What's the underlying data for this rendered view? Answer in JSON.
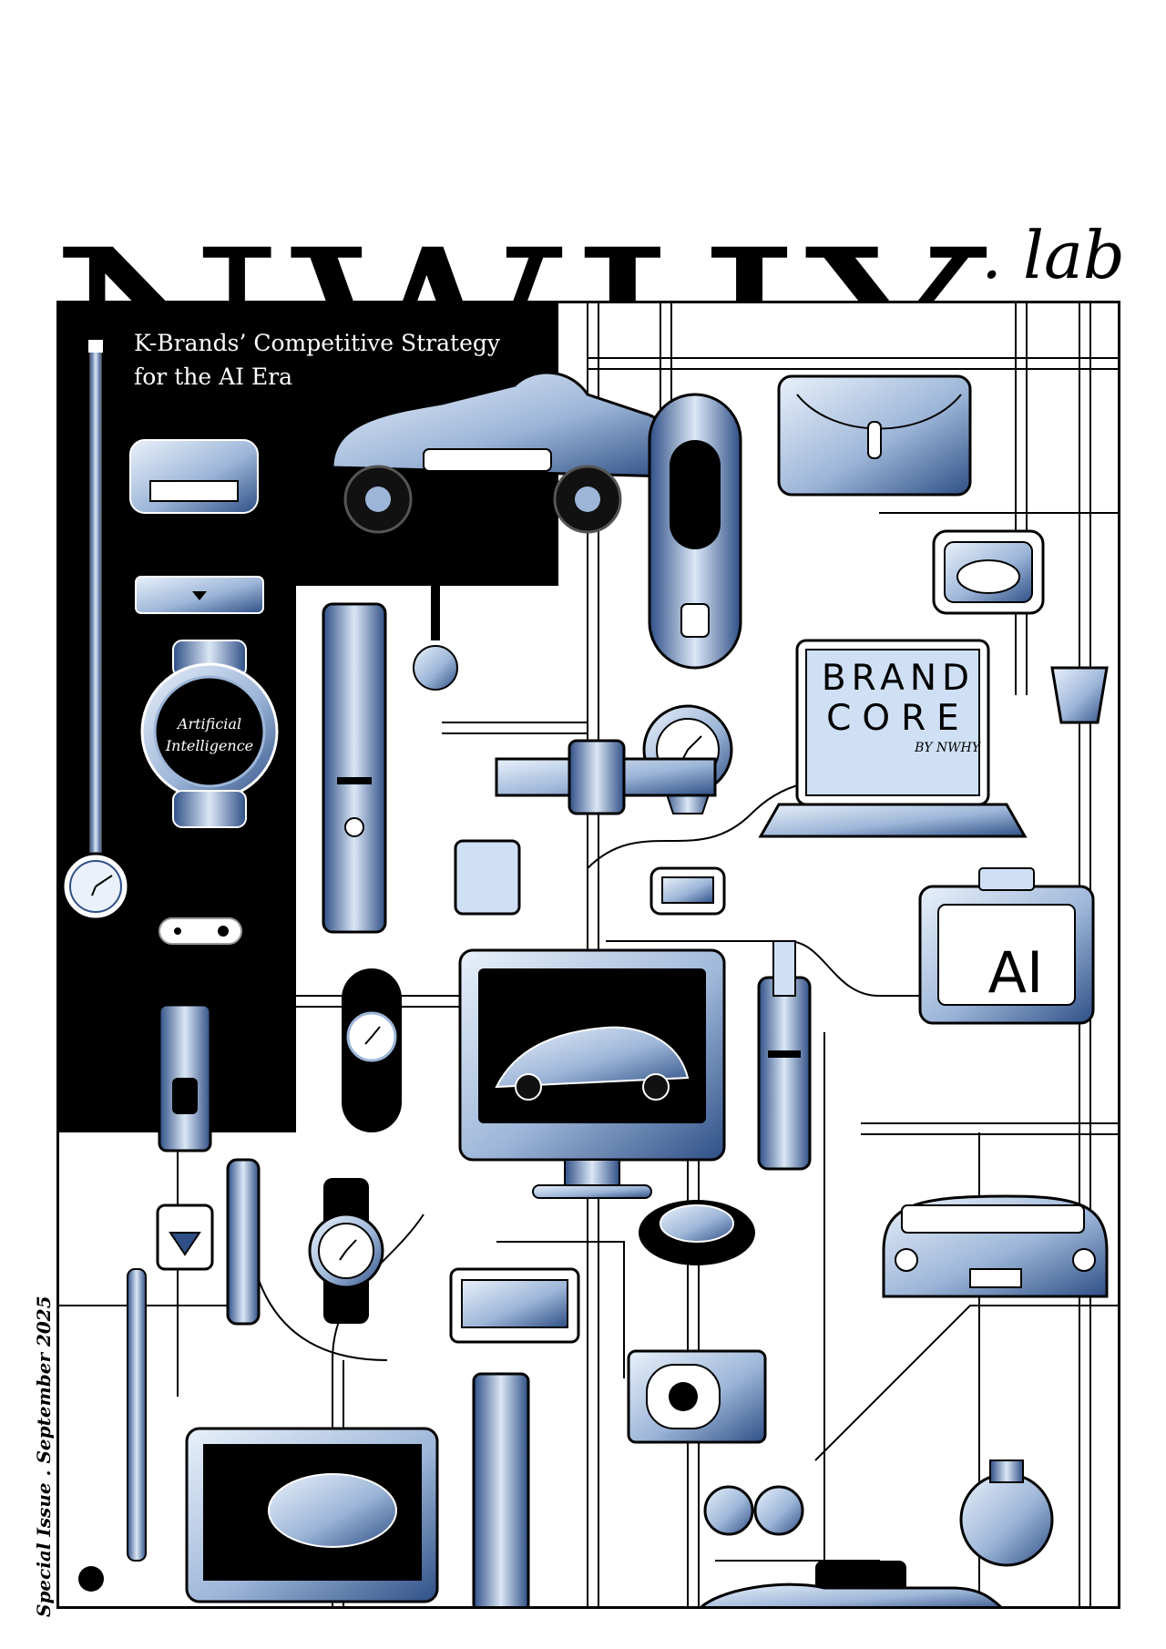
{
  "masthead": {
    "title": "NWHY",
    "suffix": ". lab"
  },
  "cover": {
    "headline": "K-Brands’ Competitive Strategy for the AI Era",
    "dateline": "Special Issue . September 2025"
  },
  "illustration": {
    "laptop_screen": {
      "line1": "BRAND",
      "line2": "CORE",
      "byline": "BY NWHY"
    },
    "watch_face": {
      "line1": "Artificial",
      "line2": "Intelligence"
    },
    "ai_device_label": "AI"
  },
  "colors": {
    "ink": "#000000",
    "paper": "#ffffff",
    "accent_blue": "#2f4f86",
    "light_blue": "#cfe0f5"
  }
}
